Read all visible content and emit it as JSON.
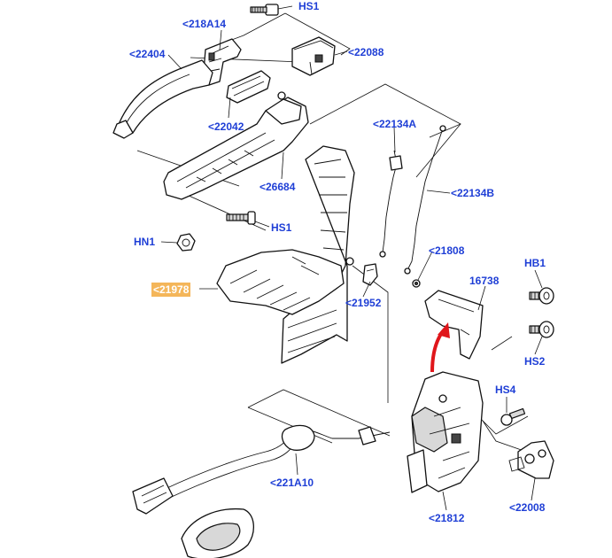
{
  "colors": {
    "label": "#1f3fd6",
    "highlight_bg": "#f4b65a",
    "highlight_text": "#ffffff",
    "arrow": "#e0161b",
    "line": "#111111"
  },
  "labels": {
    "hs1_top": "HS1",
    "p218a14": "<218A14",
    "p22088": "<22088",
    "p22404": "<22404",
    "p22042": "<22042",
    "p26684": "<26684",
    "p22134a": "<22134A",
    "p22134b": "<22134B",
    "hs1_mid": "HS1",
    "hn1": "HN1",
    "p21808": "<21808",
    "p21978": "<21978",
    "p16738": "16738",
    "hb1": "HB1",
    "p21952": "<21952",
    "hs2": "HS2",
    "hs4": "HS4",
    "p221a10": "<221A10",
    "p21812": "<21812",
    "p22008": "<22008"
  },
  "highlighted_part": "p21978"
}
